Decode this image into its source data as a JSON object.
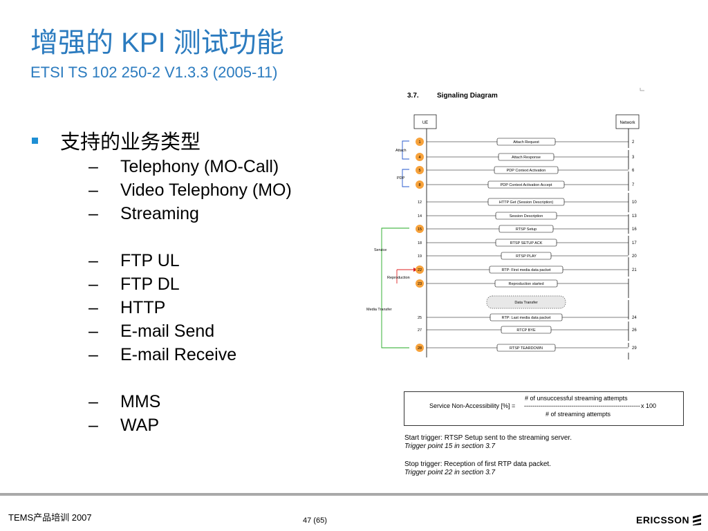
{
  "header": {
    "title": "增强的 KPI 测试功能",
    "subtitle": "ETSI TS 102 250-2 V1.3.3 (2005-11)"
  },
  "bullet": {
    "text": "支持的业务类型"
  },
  "services": {
    "group1": [
      "Telephony (MO-Call)",
      "Video Telephony (MO)",
      "Streaming"
    ],
    "group2": [
      "FTP UL",
      "FTP DL",
      "HTTP",
      "E-mail Send",
      "E-mail Receive"
    ],
    "group3": [
      "MMS",
      "WAP"
    ]
  },
  "dash": "–",
  "diagram": {
    "section": "3.7.",
    "heading": "Signaling Diagram",
    "ue": "UE",
    "network": "Network",
    "groups": [
      "Attach",
      "PDP",
      "Service",
      "Reproduction",
      "Media Transfer"
    ],
    "rows": [
      {
        "left": "1",
        "label": "Attach Request",
        "right": "2",
        "orange": true
      },
      {
        "left": "4",
        "label": "Attach Response",
        "right": "3",
        "orange": true
      },
      {
        "left": "5",
        "label": "PDP Context Activation",
        "right": "6",
        "orange": true
      },
      {
        "left": "8",
        "label": "PDP Context Activation Accept",
        "right": "7",
        "orange": true
      },
      {
        "left": "12",
        "label": "HTTP Get (Session Description)",
        "right": "10",
        "orange": false
      },
      {
        "left": "14",
        "label": "Session Description",
        "right": "13",
        "orange": false
      },
      {
        "left": "15",
        "label": "RTSP Setup",
        "right": "16",
        "orange": true
      },
      {
        "left": "18",
        "label": "RTSP SETUP ACK",
        "right": "17",
        "orange": false
      },
      {
        "left": "19",
        "label": "RTSP PLAY",
        "right": "20",
        "orange": false
      },
      {
        "left": "22",
        "label": "RTP: First media data packet",
        "right": "21",
        "orange": true
      },
      {
        "left": "23",
        "label": "Reproduction started",
        "right": "",
        "orange": true
      },
      {
        "left": "",
        "label": "Data Transfer",
        "right": "",
        "orange": false
      },
      {
        "left": "25",
        "label": "RTP: Last media data packet",
        "right": "24",
        "orange": false
      },
      {
        "left": "27",
        "label": "RTCP BYE",
        "right": "26",
        "orange": false
      },
      {
        "left": "28",
        "label": "RTSP TEARDOWN",
        "right": "29",
        "orange": true
      }
    ]
  },
  "formula": {
    "numerator": "# of unsuccessful streaming attempts",
    "name": "Service Non-Accessibility [%] =",
    "dashes": "-----------------------------------------------------------------",
    "times": "x 100",
    "denominator": "# of streaming attempts"
  },
  "triggers": {
    "start": "Start trigger: RTSP Setup sent to the streaming server.",
    "start_ref": "Trigger point 15 in section 3.7",
    "stop": "Stop trigger: Reception of first RTP data packet.",
    "stop_ref": "Trigger point 22 in section 3.7"
  },
  "footer": {
    "left": "TEMS产品培训 2007",
    "page": "47 (65)",
    "logo": "ERICSSON"
  },
  "colors": {
    "title": "#2b7bbf",
    "bullet": "#1e8fd4",
    "orange": "#f7a23b",
    "blue_bracket": "#2255cc",
    "green_bracket": "#22aa22",
    "red_arrow": "#dd2222"
  }
}
